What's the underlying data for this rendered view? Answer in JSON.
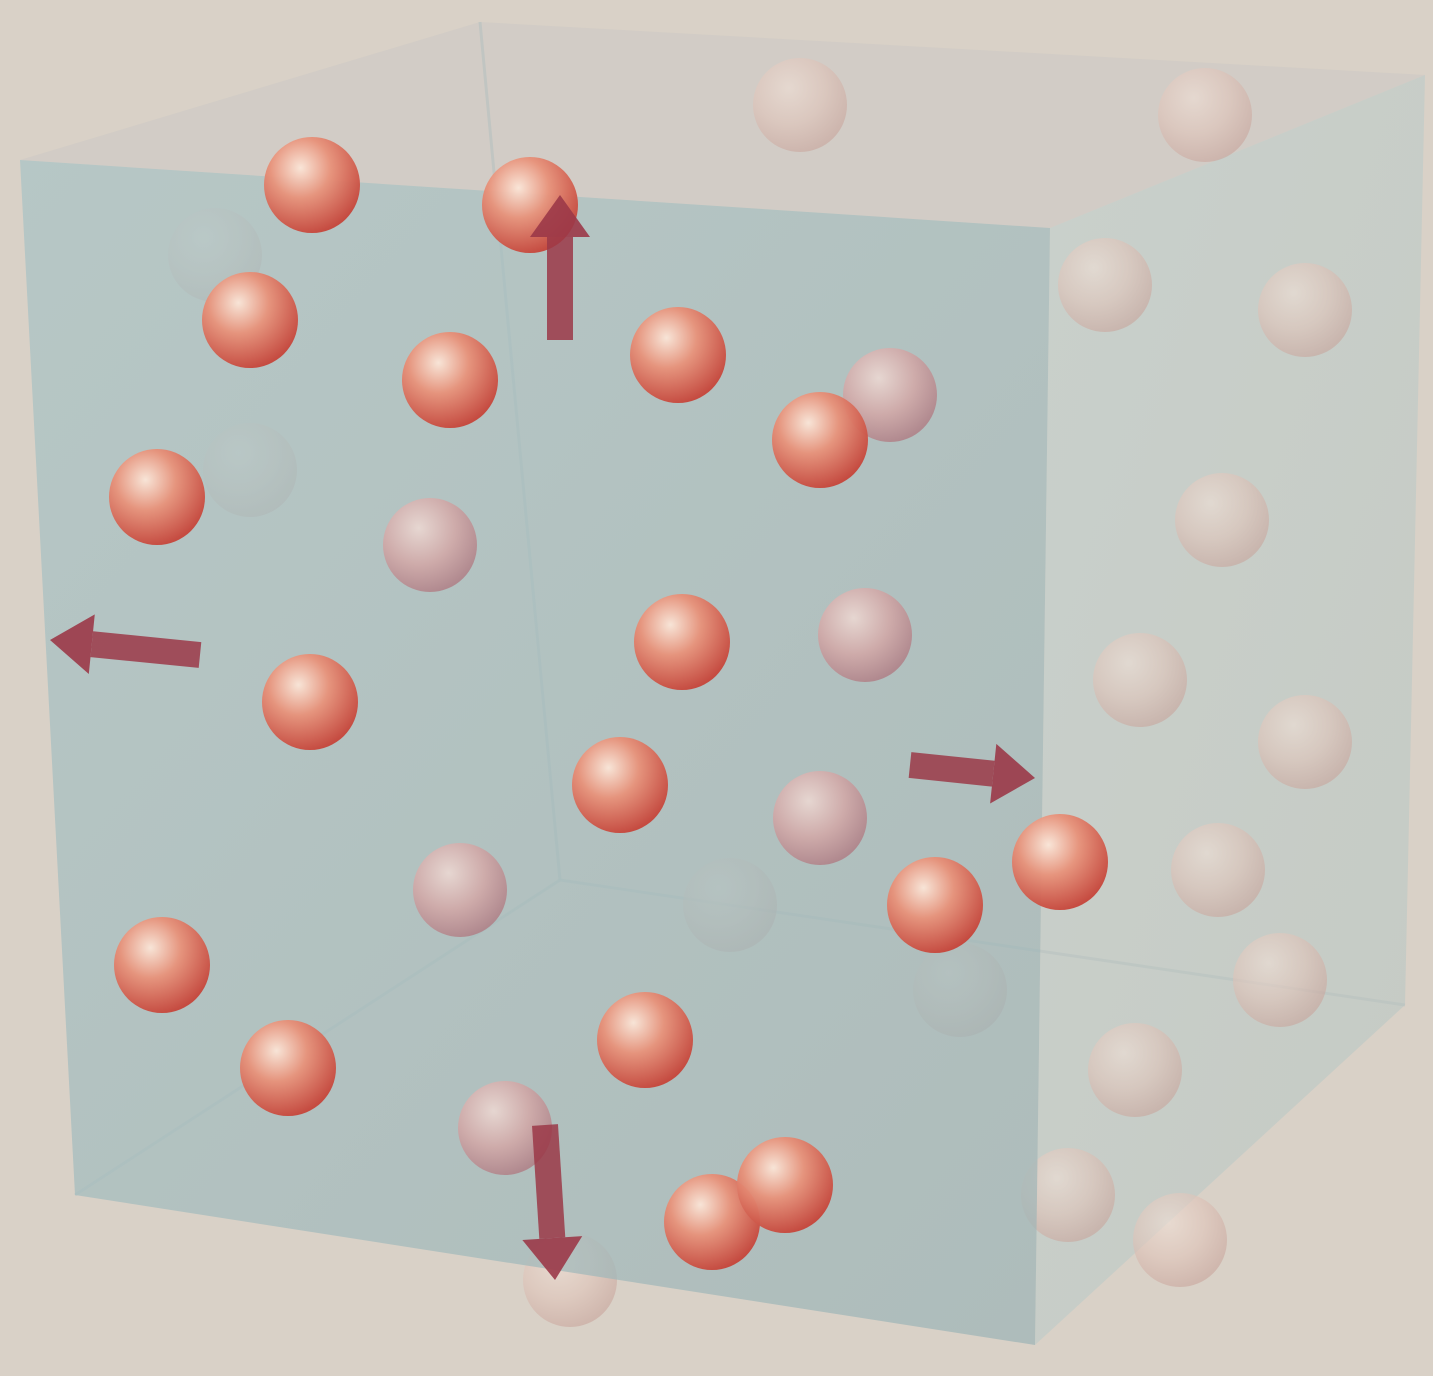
{
  "scene": {
    "background_color": "#d9d1c7",
    "box_front_color": "#a7bfc1",
    "box_side_color": "#b9c8c6",
    "box_top_color": "#cfcac4",
    "particle_color": "#e0705a",
    "particle_highlight": "#f7d9c9",
    "particle_far_color": "#d9b3b1",
    "arrow_color": "#9b3848"
  },
  "particles": {
    "count": 40,
    "label": "gas-particle"
  },
  "arrows": {
    "count": 4,
    "directions": [
      "up",
      "left",
      "right",
      "down"
    ],
    "meaning": "particle-velocity"
  }
}
